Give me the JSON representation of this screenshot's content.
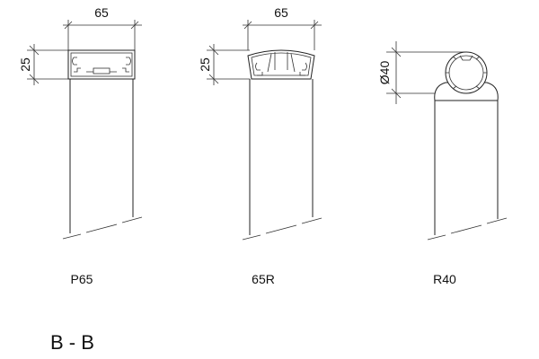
{
  "profiles": [
    {
      "name": "P65",
      "width_label": "65",
      "height_label": "25"
    },
    {
      "name": "65R",
      "width_label": "65",
      "height_label": "25"
    },
    {
      "name": "R40",
      "diameter_label": "Ø40"
    }
  ],
  "section_label": "B - B"
}
